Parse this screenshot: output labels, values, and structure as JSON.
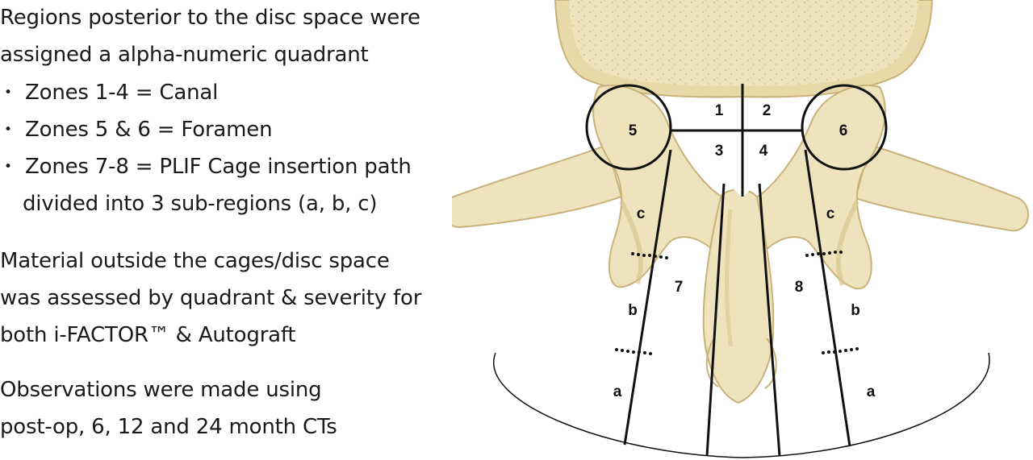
{
  "text": {
    "intro_line1": "Regions posterior to the disc space were",
    "intro_line2": "assigned a alpha-numeric quadrant",
    "bullets": [
      "Zones 1-4 = Canal",
      "Zones 5 & 6 = Foramen",
      "Zones 7-8 = PLIF Cage insertion path"
    ],
    "bullet_continuation": "divided into 3 sub-regions (a, b, c)",
    "material_line1": "Material outside the cages/disc space",
    "material_line2": "was assessed by quadrant & severity for",
    "material_line3": "both i-FACTOR™ & Autograft",
    "obs_line1": "Observations were made using",
    "obs_line2": "post-op, 6, 12 and 24 month CTs"
  },
  "diagram": {
    "zones": {
      "z1": "1",
      "z2": "2",
      "z3": "3",
      "z4": "4",
      "z5": "5",
      "z6": "6",
      "z7": "7",
      "z8": "8"
    },
    "subregions": {
      "left_c": "c",
      "left_b": "b",
      "left_a": "a",
      "right_c": "c",
      "right_b": "b",
      "right_a": "a"
    },
    "colors": {
      "bone": "#efe3bd",
      "bone_shadow": "#d8c491",
      "bone_outline": "#c9b27a",
      "lines": "#111111"
    }
  }
}
